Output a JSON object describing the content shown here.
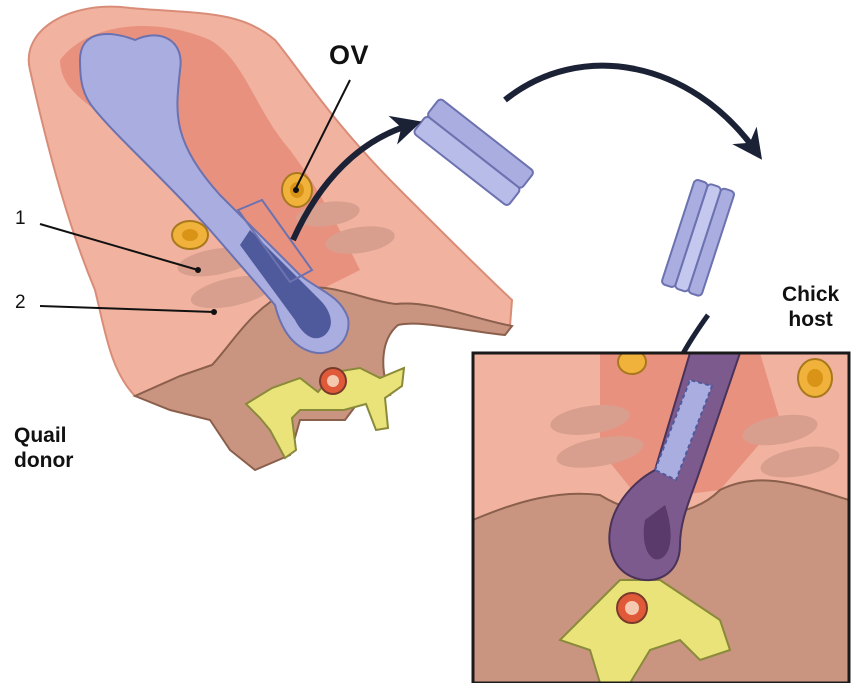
{
  "labels": {
    "ov": "OV",
    "marker_1": "1",
    "marker_2": "2",
    "quail_donor": [
      "Quail",
      "donor"
    ],
    "chick_host": [
      "Chick",
      "host"
    ]
  },
  "colors": {
    "skin": "#f1b3a0",
    "dorsal_tissue": "#e9917f",
    "neural_tube": "#a9ade0",
    "neural_tube_dark": "#4f5a9c",
    "somite": "#d99f8e",
    "notochord_wall": "#e05a3a",
    "vertebra": "#e9e37a",
    "mesenchyme": "#c99581",
    "otic_vesicle": "#f0b23a",
    "host_neural_tube": "#7c5a8e",
    "arrow": "#1c2236",
    "inset_border": "#1a1a1a"
  },
  "icons": [
    "transplant-arrow",
    "transfer-arrow",
    "insert-arrow"
  ]
}
